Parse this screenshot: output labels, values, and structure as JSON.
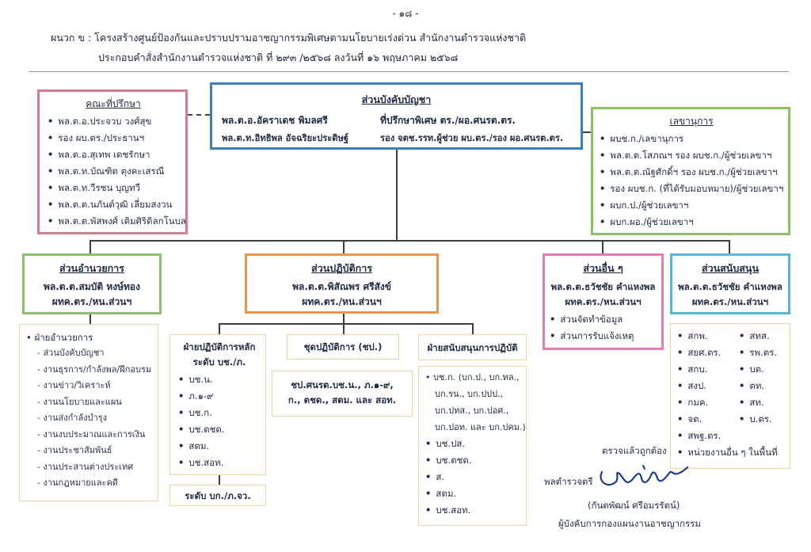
{
  "page_number": "- ๑๘ -",
  "header": {
    "line1": "ผนวก ข : โครงสร้างศูนย์ป้องกันและปราบปรามอาชญากรรมพิเศษตามนโยบายเร่งด่วน สำนักงานตำรวจแห่งชาติ",
    "line2": "ประกอบคำสั่งสำนักงานตำรวจแห่งชาติ ที่ ๒๙๓ /๒๕๖๘ ลงวันที่ ๑๖ พฤษภาคม ๒๕๖๘"
  },
  "command": {
    "title": "ส่วนบังคับบัญชา",
    "row1_name": "พล.ต.อ.อัคราเดช พิมลศรี",
    "row1_role": "ที่ปรึกษาพิเศษ ตร./ผอ.ศนรต.ตร.",
    "row2_name": "พล.ต.ท.อิทธิพล อัจฉริยะประดิษฐ์",
    "row2_role": "รอง จตช.รรท.ผู้ช่วย ผบ.ตร./รอง ผอ.ศนรต.ตร."
  },
  "advisors": {
    "title": "คณะที่ปรึกษา",
    "items": [
      "พล.ต.อ.ประจวบ วงศ์สุข",
      "รอง ผบ.ตร./ประธานฯ",
      "พล.ต.อ.สุเทพ เดชรักษา",
      "พล.ต.ท.บัณฑิต ตุงคะเสรณี",
      "พล.ต.ท.วีรชน บุญทวี",
      "พล.ต.ต.นภันต์วุฒิ เลี่ยมสงวน",
      "พล.ต.ต.พัสพงศ์ เติมศิริดิลกโนบล"
    ]
  },
  "secretariat": {
    "title": "เลขานุการ",
    "items": [
      "ผบช.ก./เลขานุการ",
      "พล.ต.ต.โสภณฯ รอง ผบช.ก./ผู้ช่วยเลขาฯ",
      "พล.ต.ต.ณัฐศักดิ์ฯ รอง ผบช.ก./ผู้ช่วยเลขาฯ",
      "รอง ผบช.ก. (ที่ได้รับมอบหมาย)/ผู้ช่วยเลขาฯ",
      "ผบก.ป./ผู้ช่วยเลขาฯ",
      "ผบก.ผอ./ผู้ช่วยเลขาฯ"
    ]
  },
  "admin": {
    "title": "ส่วนอำนวยการ",
    "name": "พล.ต.ต.สมบัติ หงษ์ทอง",
    "role": "ผทค.ตร./หน.ส่วนฯ",
    "dept_title": "ฝ่ายอำนวยการ",
    "items": [
      "ส่วนบังคับบัญชา",
      "งานธุรการ/กำลังพล/ฝึกอบรม",
      "งานข่าว/วิเคราะห์",
      "งานนโยบายและแผน",
      "งานส่งกำลังบำรุง",
      "งานงบประมาณและการเงิน",
      "งานประชาสัมพันธ์",
      "งานประสานต่างประเทศ",
      "งานกฎหมายและคดี"
    ]
  },
  "operations": {
    "title": "ส่วนปฏิบัติการ",
    "name": "พล.ต.ต.พิสัณพร ศรีสังข์",
    "role": "ผทค.ตร./หน.ส่วนฯ",
    "main": {
      "title1": "ฝ่ายปฏิบัติการหลัก",
      "title2": "ระดับ บช./ภ.",
      "items": [
        "บช.น.",
        "ภ.๑-๙",
        "บช.ก.",
        "บช.ตชด.",
        "สตม.",
        "บช.สอท."
      ],
      "footer": "ระดับ บก./ภ.จว."
    },
    "unit": {
      "title": "ชุดปฏิบัติการ (ชป.)",
      "line1": "ชป.ศนรต.บช.น., ภ.๑-๙,",
      "line2": "ก., ตชด., สตม. และ สอท."
    },
    "support": {
      "title": "ฝ่ายสนับสนุนการปฏิบัติ",
      "first": "บช.ก. (บก.ป., บก.ทล.,",
      "first_cont": [
        "บก.รน., บก.ปปป.,",
        "บก.ปทส., บก.ปอศ.,",
        "บก.ปอท. และ บก.ปคม.)"
      ],
      "items": [
        "บช.ปส.",
        "บช.ตชด.",
        "ส.",
        "สตม.",
        "บช.สอท."
      ]
    }
  },
  "other": {
    "title": "ส่วนอื่น ๆ",
    "name": "พล.ต.ต.ธวัชชัย คำแหงพล",
    "role": "ผทค.ตร./หน.ส่วนฯ",
    "items": [
      "ส่วนจัดทำข้อมูล",
      "ส่วนการรับแจ้งเหตุ"
    ]
  },
  "supportpart": {
    "title": "ส่วนสนับสนุน",
    "name": "พล.ต.ต.ธวัชชัย คำแหงพล",
    "role": "ผทค.ตร./หน.ส่วนฯ",
    "col1": [
      "สกพ.",
      "สยศ.ตร.",
      "สกบ.",
      "สงป.",
      "กมค.",
      "จต.",
      "สพฐ.ตร."
    ],
    "col2": [
      "สทส.",
      "รพ.ตร.",
      "บต.",
      "ตท.",
      "สท.",
      "บ.ตร."
    ],
    "last": "หน่วยงานอื่น ๆ ในพื้นที่"
  },
  "signature": {
    "verified": "ตรวจแล้วถูกต้อง",
    "rank": "พลตำรวจตรี",
    "name": "(กันตพัฒน์ ศรีอมรรัตน์)",
    "position": "ผู้บังคับการกองแผนงานอาชญากรรม"
  }
}
